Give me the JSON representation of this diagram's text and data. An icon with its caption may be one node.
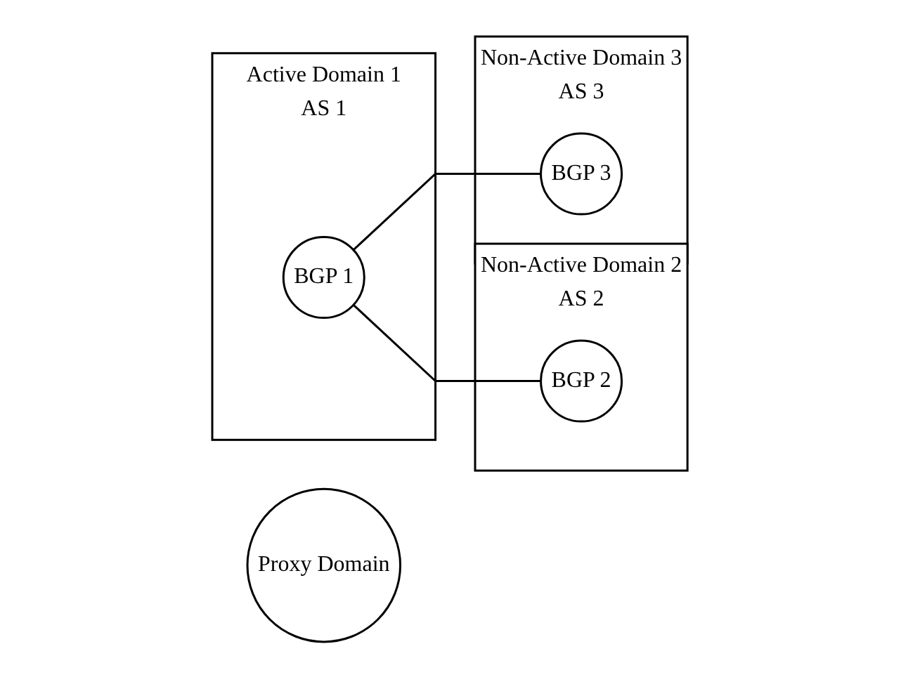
{
  "diagram": {
    "nodes": [
      {
        "text": [
          "Active Domain 1",
          "AS 1"
        ]
      },
      {
        "text": [
          "BGP 1"
        ],
        "in": 0
      },
      {
        "text": [
          "Non-Active Domain 2",
          "AS 2"
        ]
      },
      {
        "text": [
          "BGP 2"
        ],
        "in": 2
      },
      {
        "text": [
          "Proxy Domain"
        ]
      },
      {
        "text": [
          "Non-Active Domain 3",
          "AS 3"
        ]
      },
      {
        "text": [
          "BGP 3"
        ],
        "in": 5
      }
    ],
    "edges": [
      {
        "from": 1,
        "to": 3,
        "arrow": "none"
      },
      {
        "from": 1,
        "to": 6,
        "arrow": "none"
      }
    ]
  }
}
